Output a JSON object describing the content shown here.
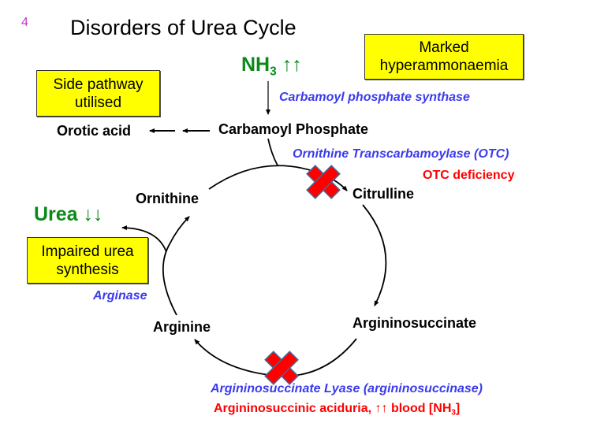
{
  "slide": {
    "number": "4",
    "title": "Disorders of Urea Cycle"
  },
  "ammonia": {
    "label": "NH",
    "subscript": "3",
    "indicator": "↑↑",
    "color": "#0b8a1a"
  },
  "urea": {
    "label": "Urea",
    "indicator": "↓↓",
    "color": "#0b8a1a"
  },
  "callouts": {
    "marked_hyperammonaemia": [
      "Marked",
      "hyperammonaemia"
    ],
    "side_pathway": [
      "Side pathway",
      "utilised"
    ],
    "impaired_urea": [
      "Impaired urea",
      "synthesis"
    ],
    "fill_color": "#ffff00"
  },
  "metabolites": {
    "carbamoyl_phosphate": "Carbamoyl Phosphate",
    "orotic_acid": "Orotic acid",
    "ornithine": "Ornithine",
    "citrulline": "Citrulline",
    "argininosuccinate": "Argininosuccinate",
    "arginine": "Arginine"
  },
  "enzymes": {
    "cps": "Carbamoyl phosphate synthase",
    "otc": "Ornithine Transcarbamoylase (OTC)",
    "asl": "Argininosuccinate Lyase (argininosuccinase)",
    "arginase": "Arginase",
    "color": "#3b3bee"
  },
  "defects": {
    "otc_deficiency": "OTC deficiency",
    "asl_deficiency_prefix": "Argininosuccinic aciduria, ",
    "asl_deficiency_arrows": "↑↑",
    "asl_deficiency_suffix": " blood [NH",
    "asl_deficiency_sub": "3",
    "asl_deficiency_close": "]",
    "color": "#ff0000"
  },
  "blocks": [
    {
      "name": "otc-block",
      "symbol": "red-x"
    },
    {
      "name": "asl-block",
      "symbol": "red-x"
    }
  ]
}
